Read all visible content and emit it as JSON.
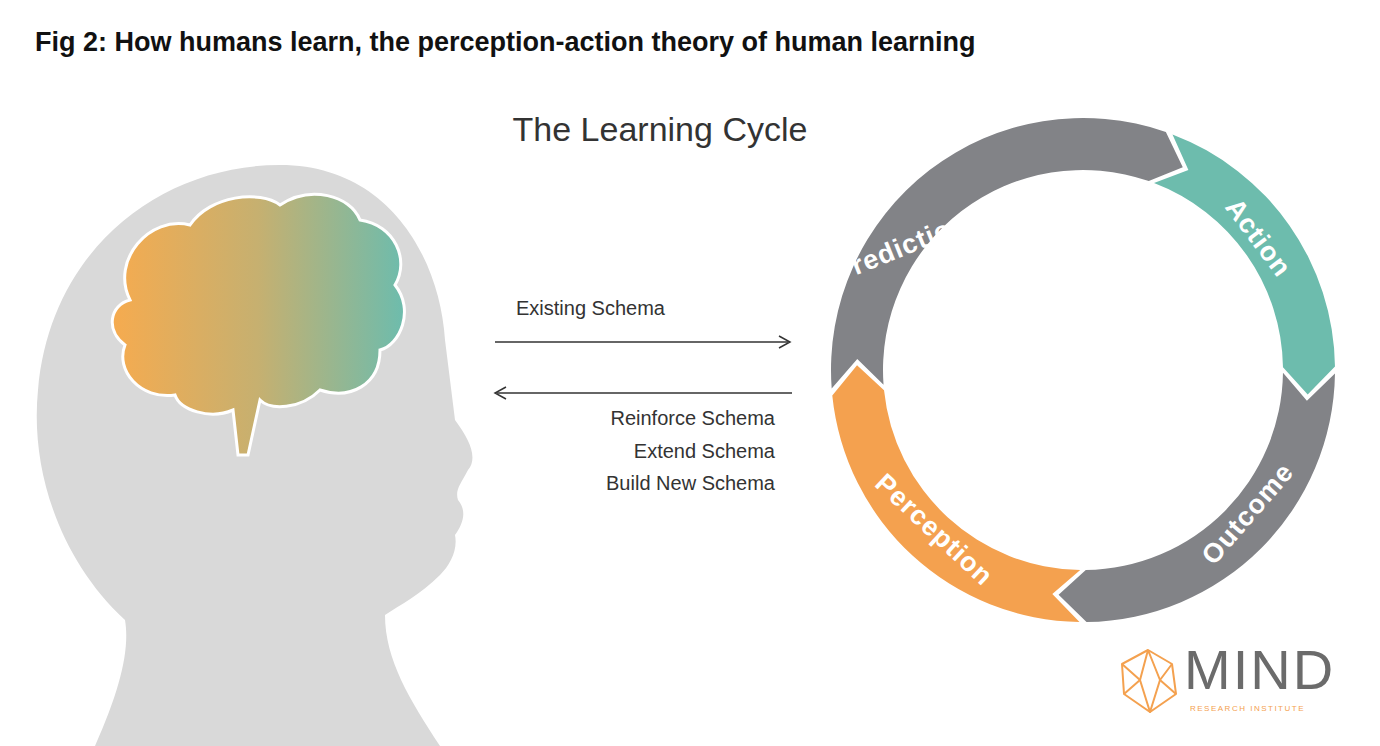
{
  "diagram": {
    "title": "Fig 2: How humans learn, the perception-action theory of human learning",
    "nodes": [
      {
        "text": [
          "Prediction"
        ]
      },
      {
        "text": [
          "Action"
        ]
      },
      {
        "text": [
          "Outcome"
        ]
      },
      {
        "text": [
          "Perception"
        ]
      }
    ],
    "labels": [
      "The Learning Cycle",
      "Existing Schema",
      "Reinforce Schema",
      "Extend Schema",
      "Build New Schema",
      "MIND",
      "RESEARCH INSTITUTE"
    ]
  }
}
